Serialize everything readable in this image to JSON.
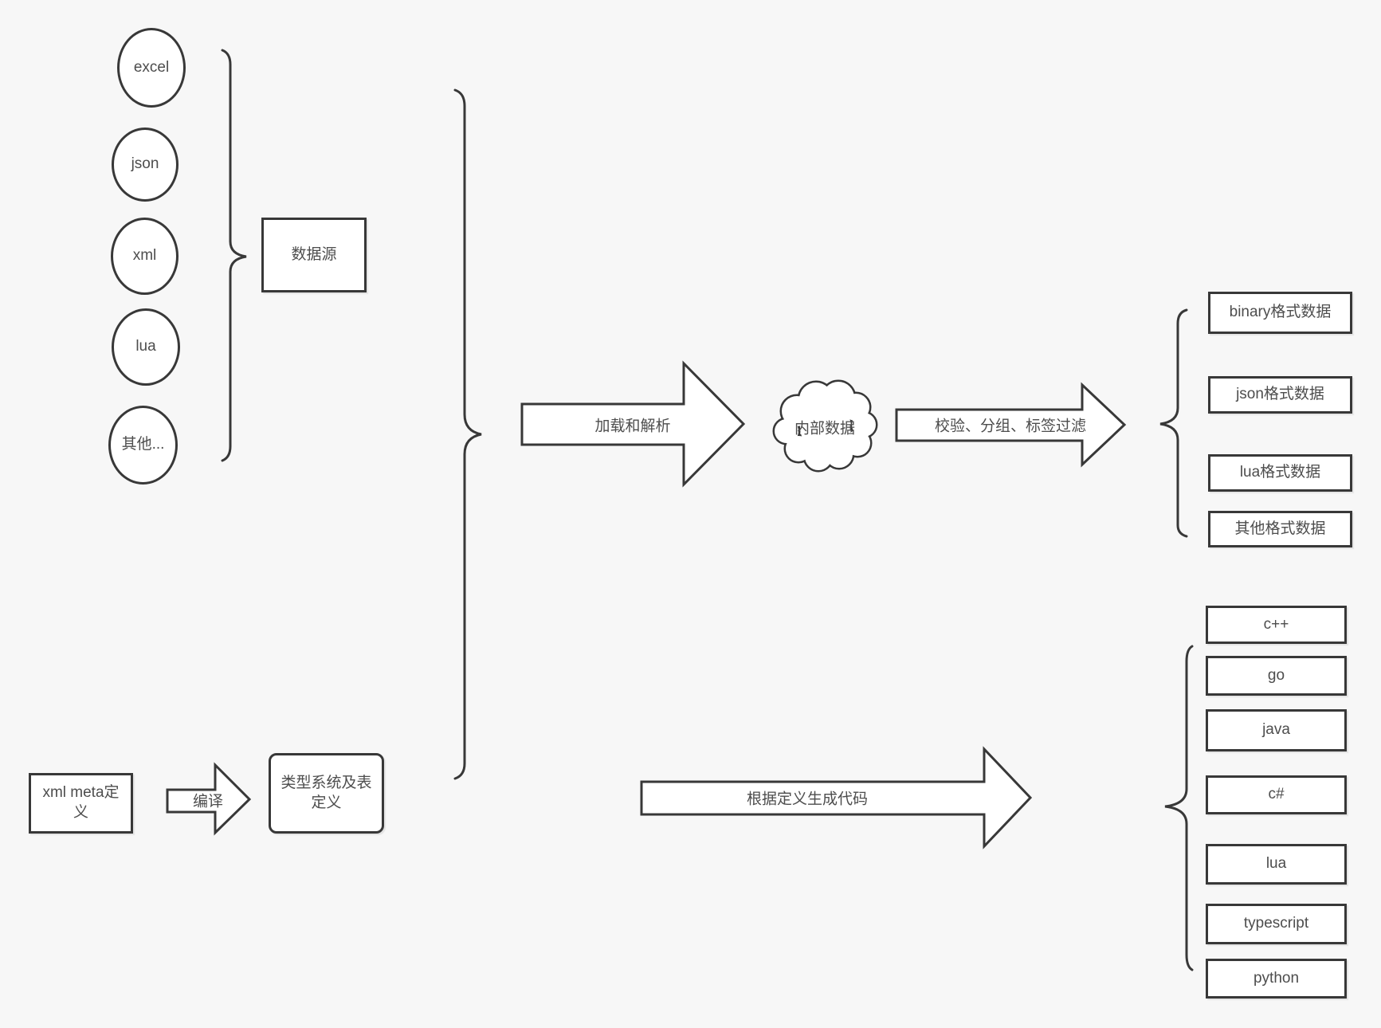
{
  "diagram": {
    "sources": {
      "items": [
        "excel",
        "json",
        "xml",
        "lua",
        "其他..."
      ],
      "group_box": "数据源"
    },
    "pipeline": {
      "load_arrow": "加载和解析",
      "internal_data_cloud": "内部数据",
      "filter_arrow": "校验、分组、标签过滤",
      "format_outputs": [
        "binary格式数据",
        "json格式数据",
        "lua格式数据",
        "其他格式数据"
      ]
    },
    "meta": {
      "xml_meta_box": "xml meta定义",
      "compile_arrow": "编译",
      "type_system_box": "类型系统及表定义",
      "codegen_arrow": "根据定义生成代码",
      "languages": [
        "c++",
        "go",
        "java",
        "c#",
        "lua",
        "typescript",
        "python"
      ]
    },
    "colors": {
      "background": "#f7f7f7",
      "stroke": "#383838",
      "text": "#4d4d4d",
      "shape_fill": "#ffffff"
    }
  }
}
